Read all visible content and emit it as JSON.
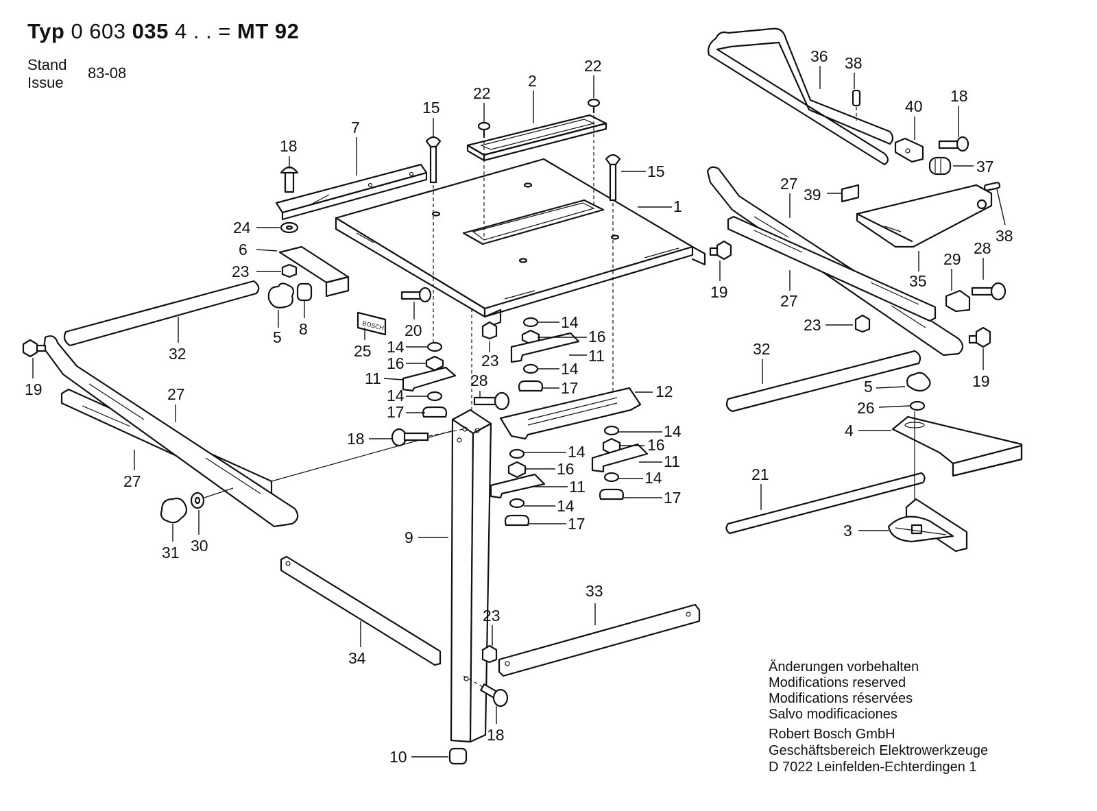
{
  "header": {
    "typ_word": "Typ",
    "typ_number_a": "0 603",
    "typ_number_b": "035",
    "typ_suffix": "4 . . =",
    "model": "MT 92",
    "stand_label": "Stand",
    "issue_label": "Issue",
    "issue_value": "83-08"
  },
  "footer": {
    "notes": [
      "Änderungen vorbehalten",
      "Modifications reserved",
      "Modifications réservées",
      "Salvo modificaciones"
    ],
    "address": [
      "Robert Bosch GmbH",
      "Geschäftsbereich Elektrowerkzeuge",
      "D 7022 Leinfelden-Echterdingen 1"
    ]
  },
  "decal_text": "BOSCH",
  "callouts": [
    {
      "id": "c1",
      "label": "1"
    },
    {
      "id": "c2",
      "label": "2"
    },
    {
      "id": "c3",
      "label": "3"
    },
    {
      "id": "c4",
      "label": "4"
    },
    {
      "id": "c5a",
      "label": "5"
    },
    {
      "id": "c5b",
      "label": "5"
    },
    {
      "id": "c6",
      "label": "6"
    },
    {
      "id": "c7",
      "label": "7"
    },
    {
      "id": "c8",
      "label": "8"
    },
    {
      "id": "c9",
      "label": "9"
    },
    {
      "id": "c10",
      "label": "10"
    },
    {
      "id": "c11a",
      "label": "11"
    },
    {
      "id": "c11b",
      "label": "11"
    },
    {
      "id": "c11c",
      "label": "11"
    },
    {
      "id": "c11d",
      "label": "11"
    },
    {
      "id": "c12",
      "label": "12"
    },
    {
      "id": "c14a",
      "label": "14"
    },
    {
      "id": "c14b",
      "label": "14"
    },
    {
      "id": "c14c",
      "label": "14"
    },
    {
      "id": "c14d",
      "label": "14"
    },
    {
      "id": "c14e",
      "label": "14"
    },
    {
      "id": "c14f",
      "label": "14"
    },
    {
      "id": "c14g",
      "label": "14"
    },
    {
      "id": "c14h",
      "label": "14"
    },
    {
      "id": "c15a",
      "label": "15"
    },
    {
      "id": "c15b",
      "label": "15"
    },
    {
      "id": "c16a",
      "label": "16"
    },
    {
      "id": "c16b",
      "label": "16"
    },
    {
      "id": "c16c",
      "label": "16"
    },
    {
      "id": "c16d",
      "label": "16"
    },
    {
      "id": "c17a",
      "label": "17"
    },
    {
      "id": "c17b",
      "label": "17"
    },
    {
      "id": "c17c",
      "label": "17"
    },
    {
      "id": "c17d",
      "label": "17"
    },
    {
      "id": "c18a",
      "label": "18"
    },
    {
      "id": "c18b",
      "label": "18"
    },
    {
      "id": "c18c",
      "label": "18"
    },
    {
      "id": "c18d",
      "label": "18"
    },
    {
      "id": "c19a",
      "label": "19"
    },
    {
      "id": "c19b",
      "label": "19"
    },
    {
      "id": "c19c",
      "label": "19"
    },
    {
      "id": "c20",
      "label": "20"
    },
    {
      "id": "c21",
      "label": "21"
    },
    {
      "id": "c22a",
      "label": "22"
    },
    {
      "id": "c22b",
      "label": "22"
    },
    {
      "id": "c23a",
      "label": "23"
    },
    {
      "id": "c23b",
      "label": "23"
    },
    {
      "id": "c23c",
      "label": "23"
    },
    {
      "id": "c23d",
      "label": "23"
    },
    {
      "id": "c24",
      "label": "24"
    },
    {
      "id": "c25",
      "label": "25"
    },
    {
      "id": "c26",
      "label": "26"
    },
    {
      "id": "c27a",
      "label": "27"
    },
    {
      "id": "c27b",
      "label": "27"
    },
    {
      "id": "c27c",
      "label": "27"
    },
    {
      "id": "c27d",
      "label": "27"
    },
    {
      "id": "c28a",
      "label": "28"
    },
    {
      "id": "c28b",
      "label": "28"
    },
    {
      "id": "c29",
      "label": "29"
    },
    {
      "id": "c30",
      "label": "30"
    },
    {
      "id": "c31",
      "label": "31"
    },
    {
      "id": "c32a",
      "label": "32"
    },
    {
      "id": "c32b",
      "label": "32"
    },
    {
      "id": "c33",
      "label": "33"
    },
    {
      "id": "c34",
      "label": "34"
    },
    {
      "id": "c35",
      "label": "35"
    },
    {
      "id": "c36",
      "label": "36"
    },
    {
      "id": "c37",
      "label": "37"
    },
    {
      "id": "c38a",
      "label": "38"
    },
    {
      "id": "c38b",
      "label": "38"
    },
    {
      "id": "c39",
      "label": "39"
    },
    {
      "id": "c40",
      "label": "40"
    }
  ]
}
